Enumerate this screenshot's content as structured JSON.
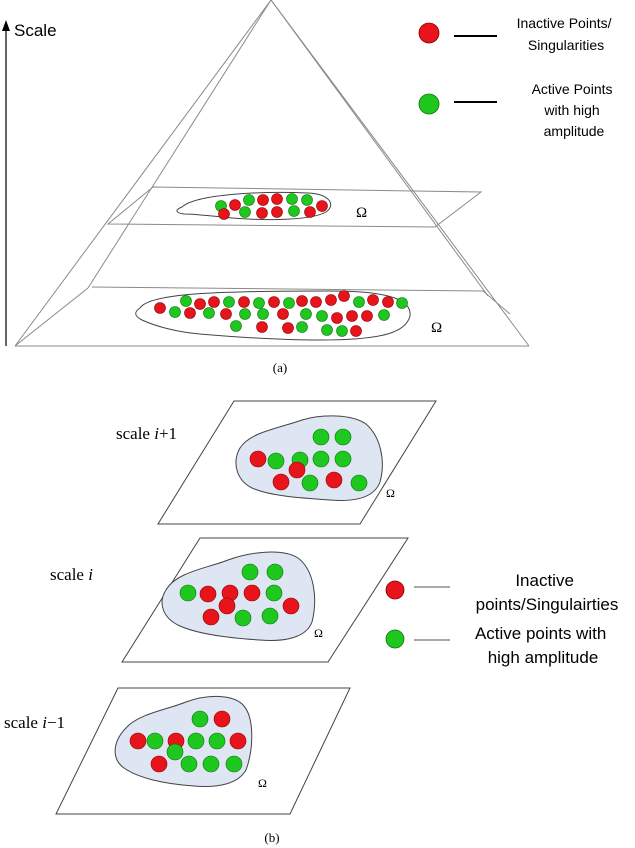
{
  "panel_a": {
    "axis_label": "Scale",
    "legend": {
      "inactive": [
        "Inactive Points/",
        "Singularities"
      ],
      "active": [
        "Active Points",
        "with high",
        "amplitude"
      ]
    },
    "omega_upper": "Ω",
    "omega_lower": "Ω",
    "caption": "(a)"
  },
  "panel_b": {
    "scale_top": {
      "prefix": "scale ",
      "var": "i",
      "suffix": "+1"
    },
    "scale_mid": {
      "prefix": "scale ",
      "var": "i",
      "suffix": ""
    },
    "scale_bot": {
      "prefix": "scale ",
      "var": "i",
      "suffix": "−1"
    },
    "omega_top": "Ω",
    "omega_mid": "Ω",
    "omega_bot": "Ω",
    "legend": {
      "inactive": [
        "Inactive",
        "points/Singulairties"
      ],
      "active": [
        "Active points with",
        "high amplitude"
      ]
    },
    "caption": "(b)"
  },
  "colors": {
    "inactive": "#e8141c",
    "active": "#1fc81f",
    "region_fill": "#dde6f2",
    "line": "#333333"
  }
}
